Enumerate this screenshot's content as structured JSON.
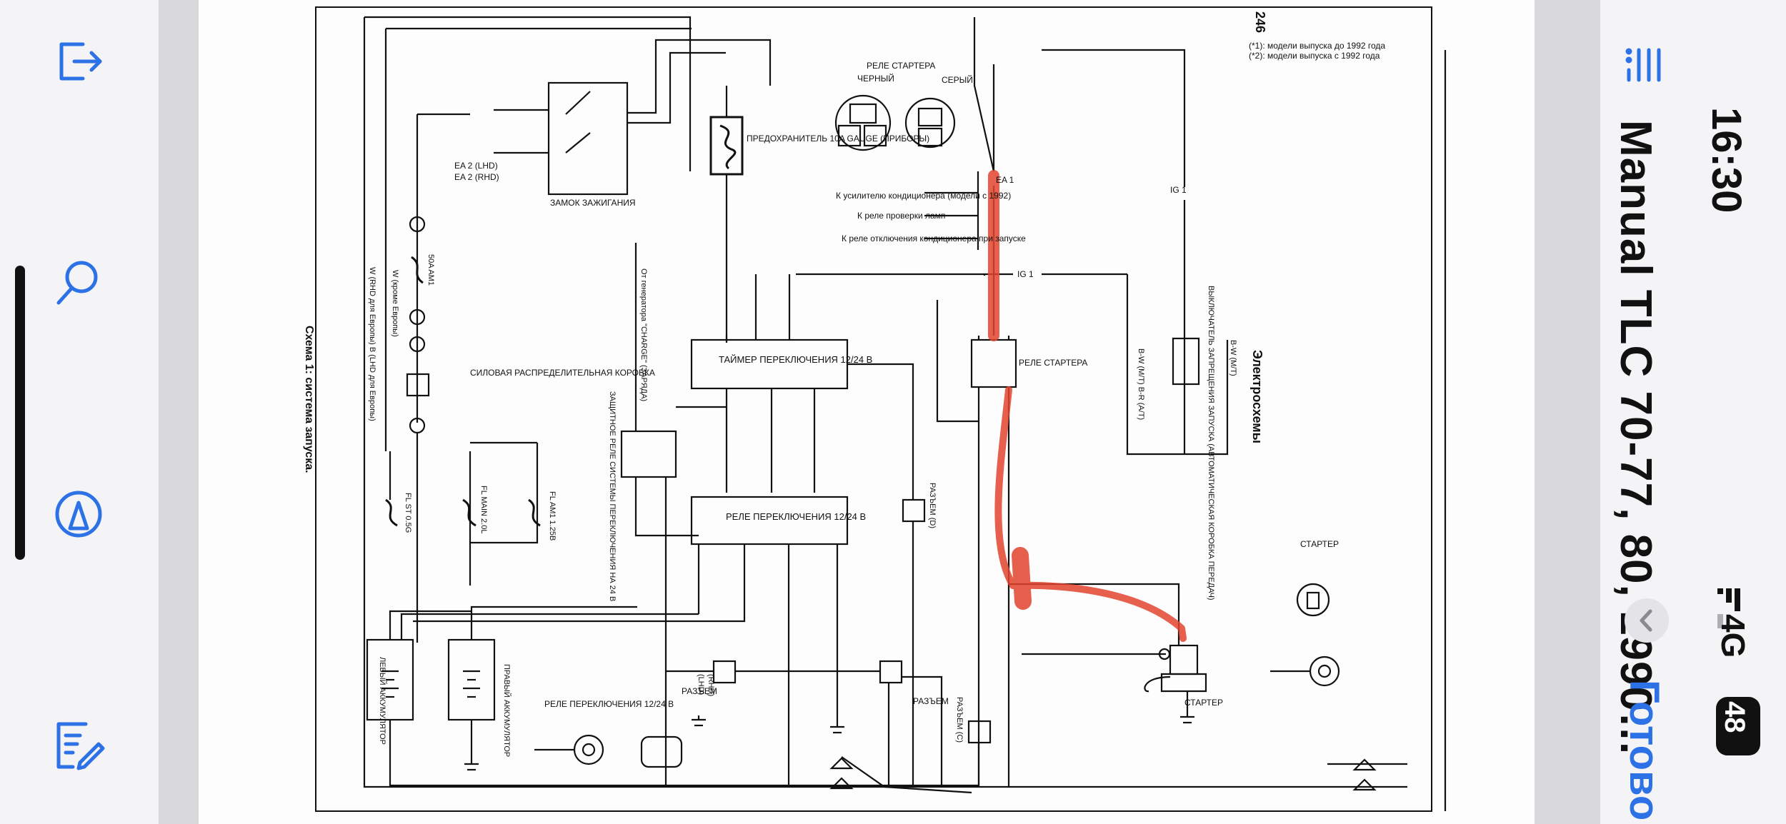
{
  "status": {
    "time": "16:30",
    "network": "4G",
    "battery": "48"
  },
  "header": {
    "title": "Manual TLC 70-77, 80, 1990…",
    "done_label": "Готово"
  },
  "left_toolbar": {
    "icons": [
      "share-icon",
      "search-icon",
      "markup-icon",
      "edit-document-icon"
    ]
  },
  "page": {
    "page_number": "246",
    "section_title": "Электросхемы",
    "caption": "Схема 1: система запуска.",
    "notes": [
      "(*1): модели выпуска до 1992 года",
      "(*2): модели выпуска с 1992 года"
    ],
    "labels": {
      "ignition_switch": "ЗАМОК ЗАЖИГАНИЯ",
      "fuse": "ПРЕДОХРАНИТЕЛЬ 10A GAUGE (ПРИБОРЫ)",
      "starter_relay_title": "РЕЛЕ СТАРТЕРА",
      "black": "ЧЕРНЫЙ",
      "gray": "СЕРЫЙ",
      "to_ac_amp": "К усилителю кондиционера (модели с 1992)",
      "to_lamp_check": "К реле проверки ламп",
      "to_ac_cut": "К реле отключения кондиционера при запуске",
      "timer": "ТАЙМЕР ПЕРЕКЛЮЧЕНИЯ 12/24 В",
      "switch_relay": "РЕЛЕ ПЕРЕКЛЮЧЕНИЯ 12/24 В",
      "protect_relay": "ЗАЩИТНОЕ РЕЛЕ СИСТЕМЫ ПЕРЕКЛЮЧЕНИЯ НА 24 В",
      "from_generator": "От генератора \"CHARGE\" (ЗАРЯДА)",
      "starter_relay": "РЕЛЕ СТАРТЕРА",
      "interlock": "ВЫКЛЮЧАТЕЛЬ ЗАПРЕЩЕНИЯ ЗАПУСКА (АВТОМАТИЧЕСКАЯ КОРОБКА ПЕРЕДАЧ)",
      "power_box": "СИЛОВАЯ РАСПРЕДЕЛИТЕЛЬНАЯ КОРОБКА",
      "left_battery": "ЛЕВЫЙ АККУМУЛЯТОР",
      "right_battery": "ПРАВЫЙ АККУМУЛЯТОР",
      "connector": "РАЗЪЕМ",
      "connector_d": "РАЗЪЕМ (D)",
      "connector_c": "РАЗЪЕМ (C)",
      "starter": "СТАРТЕР",
      "relay_switch_bottom": "РЕЛЕ ПЕРЕКЛЮЧЕНИЯ 12/24 В",
      "fl_main": "FL MAIN 2.0L",
      "fl_am1": "FL AM1 1.25B",
      "fl_st": "FL ST 0.5G",
      "am1_50a": "50A AM1",
      "wire_w_rhd": "W (RHD для Европы) B (LHD для Европы)",
      "wire_w_non_eu": "W (кроме Европы)",
      "ea2_lhd": "EA 2 (LHD)",
      "ea2_rhd": "EA 2 (RHD)",
      "ea1": "EA 1",
      "ig1": "IG 1",
      "connector_5": "IG 1",
      "lhd": "(LHD)",
      "rhd": "(RHD)",
      "bw_mt": "B-W (M/T)",
      "bw_mt_br_at": "B-W (M/T) B-R (A/T)"
    }
  }
}
